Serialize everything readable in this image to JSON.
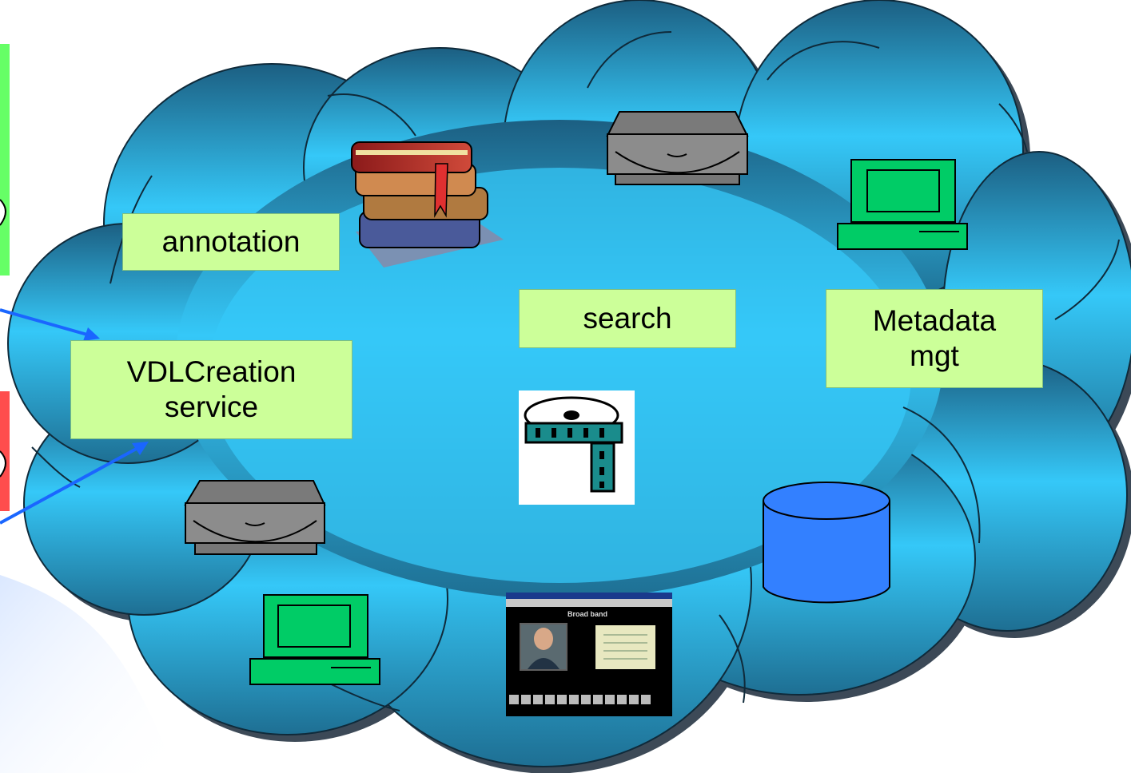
{
  "labels": {
    "annotation": "annotation",
    "search": "search",
    "metadata": "Metadata mgt",
    "vdl": "VDLCreation service"
  },
  "screenshot": {
    "title": "Broad band"
  },
  "colors": {
    "cloud_top": "#1c5f82",
    "cloud_mid": "#2c9ccb",
    "cloud_bottom": "#35c8f8",
    "label_fill": "#ccff99",
    "computer": "#00cc66",
    "database": "#3380ff",
    "drive": "#808080",
    "arrow": "#1a66ff",
    "left_green": "#66ff66",
    "left_red": "#ff4d4d"
  },
  "icons": [
    "books-icon",
    "drive-icon",
    "computer-icon",
    "film-reel-icon",
    "database-icon",
    "screenshot-thumbnail"
  ]
}
